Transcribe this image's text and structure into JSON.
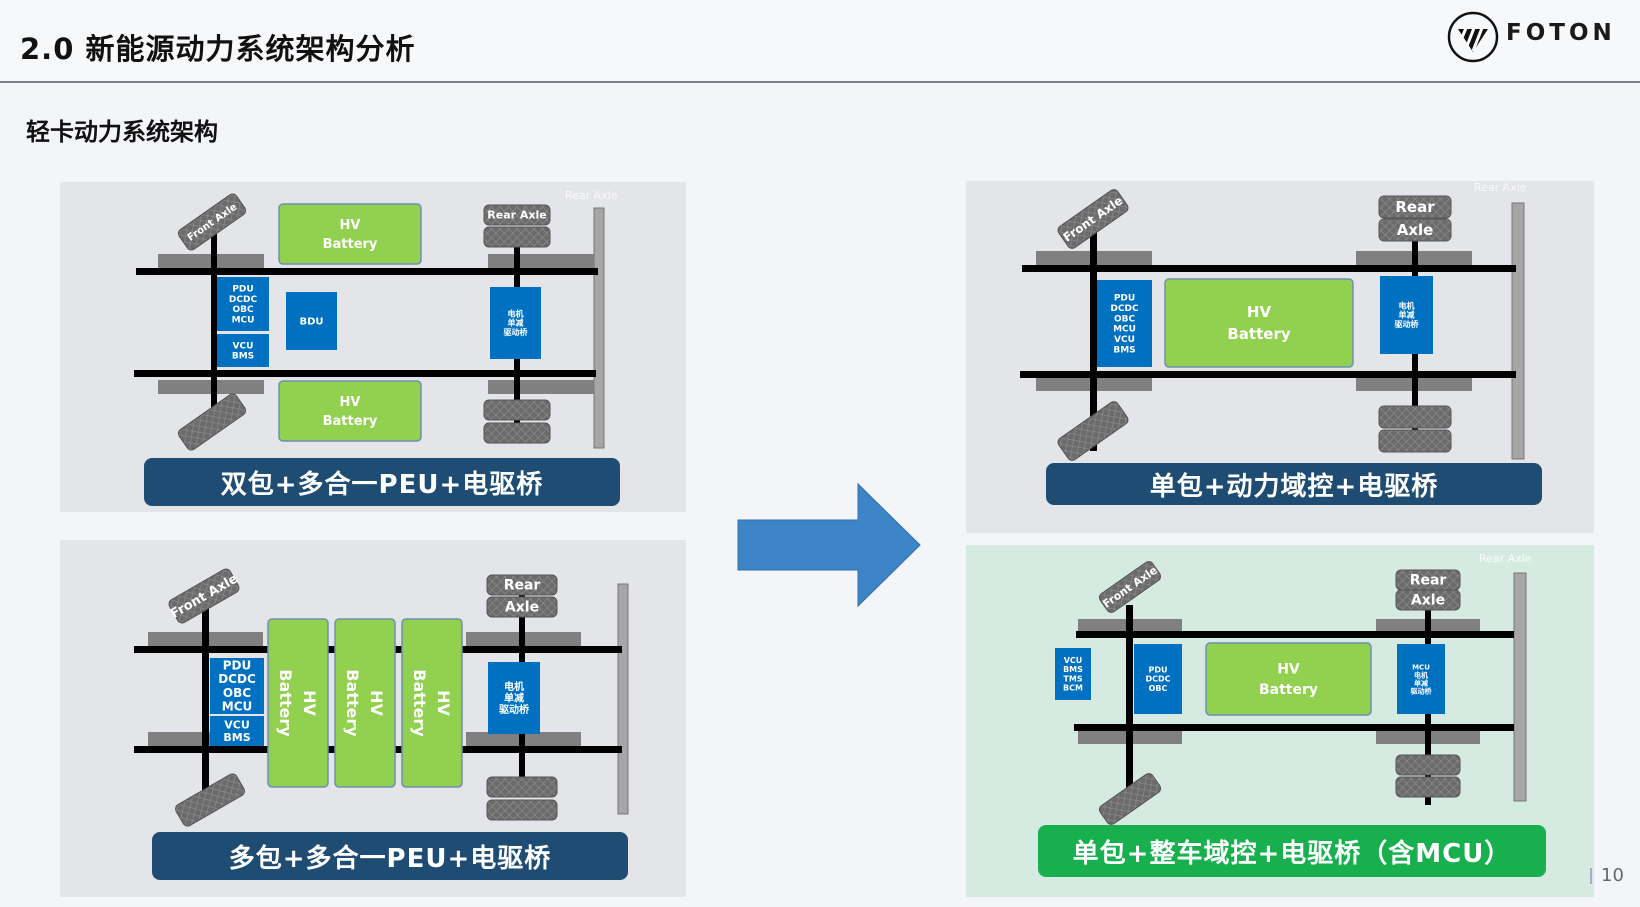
{
  "header": {
    "title": "2.0 新能源动力系统架构分析",
    "brand": "FOTON"
  },
  "subtitle": "轻卡动力系统架构",
  "colors": {
    "navy_caption": "#1f4c72",
    "green_caption": "#18b04f",
    "battery_green": "#92d050",
    "controller_blue": "#0070c0",
    "arrow_blue": "#3d85c6"
  },
  "diagrams": [
    {
      "id": "dual-pack",
      "caption": "双包+多合一PEU+电驱桥",
      "front_axle": "Front Axle",
      "rear_axle": "Rear Axle",
      "rear_axle_ghost": "Rear Axle",
      "front_box": [
        "PDU",
        "DCDC",
        "OBC",
        "MCU"
      ],
      "front_box2": [
        "VCU",
        "BMS"
      ],
      "bdu": "BDU",
      "rear_box": [
        "电机",
        "单减",
        "驱动桥"
      ],
      "batteries": [
        "HV Battery",
        "HV Battery"
      ]
    },
    {
      "id": "multi-pack",
      "caption": "多包+多合一PEU+电驱桥",
      "front_axle": "Front Axle",
      "rear_axle": "Rear Axle",
      "front_box": [
        "PDU",
        "DCDC",
        "OBC",
        "MCU"
      ],
      "front_box2": [
        "VCU",
        "BMS"
      ],
      "rear_box": [
        "电机",
        "单减",
        "驱动桥"
      ],
      "batteries": [
        "HV Battery",
        "HV Battery",
        "HV Battery"
      ]
    },
    {
      "id": "single-pack-power-domain",
      "caption": "单包+动力域控+电驱桥",
      "front_axle": "Front Axle",
      "rear_axle": "Rear Axle",
      "rear_axle_ghost": "Rear Axle",
      "front_box": [
        "PDU",
        "DCDC",
        "OBC",
        "MCU",
        "VCU",
        "BMS"
      ],
      "rear_box": [
        "电机",
        "单减",
        "驱动桥"
      ],
      "batteries": [
        "HV Battery"
      ]
    },
    {
      "id": "single-pack-vehicle-domain",
      "caption": "单包+整车域控+电驱桥（含MCU）",
      "front_axle": "Front Axle",
      "rear_axle": "Rear Axle",
      "rear_axle_ghost": "Rear Axle",
      "side_box": [
        "VCU",
        "BMS",
        "TMS",
        "BCM"
      ],
      "front_box": [
        "PDU",
        "DCDC",
        "OBC"
      ],
      "rear_box": [
        "MCU",
        "电机",
        "单减",
        "驱动桥"
      ],
      "batteries": [
        "HV Battery"
      ]
    }
  ],
  "page_number": "10"
}
